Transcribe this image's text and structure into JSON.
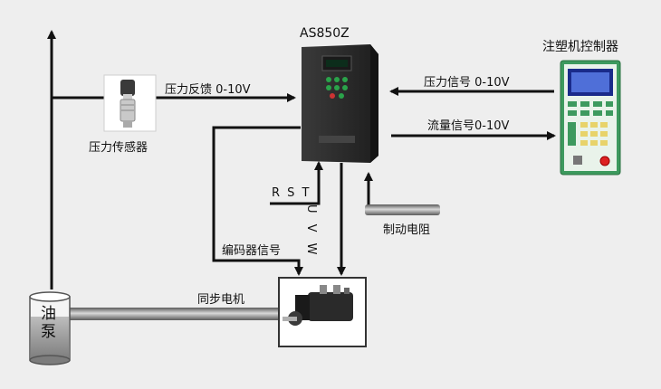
{
  "drive": {
    "model": "AS850Z"
  },
  "controller": {
    "label": "注塑机控制器"
  },
  "sensor": {
    "label": "压力传感器"
  },
  "signals": {
    "pressure_feedback": "压力反馈 0-10V",
    "pressure_signal": "压力信号 0-10V",
    "flow_signal": "流量信号0-10V",
    "rst": "R S T",
    "uvw": "U V W",
    "brake_resistor": "制动电阻",
    "encoder_signal": "编码器信号",
    "sync_motor": "同步电机"
  },
  "pump": {
    "line1": "油",
    "line2": "泵"
  },
  "colors": {
    "line": "#111111",
    "background": "#eeeeee",
    "drive_body": "#2a2a2a",
    "controller_body": "#3d9a5e",
    "pipe": "#8a8a8a",
    "oil": "#9a9a9a"
  }
}
